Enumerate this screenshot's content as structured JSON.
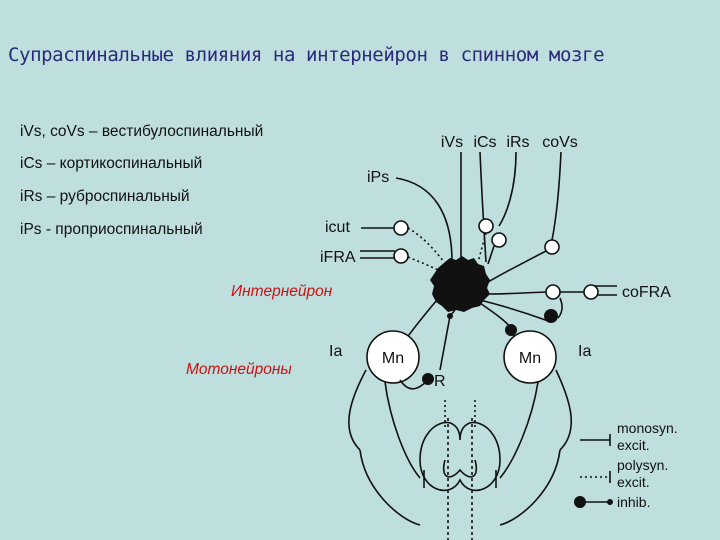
{
  "title": "Супраспинальные влияния на интернейрон в спинном мозге",
  "legend_lines": [
    "iVs, coVs – вестибулоспинальный",
    "iCs – кортикоспинальный",
    "iRs – руброспинальный",
    "iPs - проприоспинальный"
  ],
  "red_labels": {
    "interneuron": "Интернейрон",
    "motoneurons": "Мотонейроны"
  },
  "diagram": {
    "top_inputs": [
      "iVs",
      "iCs",
      "iRs",
      "coVs"
    ],
    "ips": "iPs",
    "icut": "icut",
    "ifra": "iFRA",
    "cofra": "coFRA",
    "ia_left": "Ia",
    "ia_right": "Ia",
    "mn_left": "Mn",
    "mn_right": "Mn",
    "r": "R"
  },
  "key": [
    "monosyn.",
    "excit.",
    "polysyn.",
    "excit.",
    "inhib."
  ],
  "colors": {
    "background": "#bfdede",
    "title": "#2a2a7a",
    "red_label": "#cc1111",
    "ink": "#111111"
  }
}
